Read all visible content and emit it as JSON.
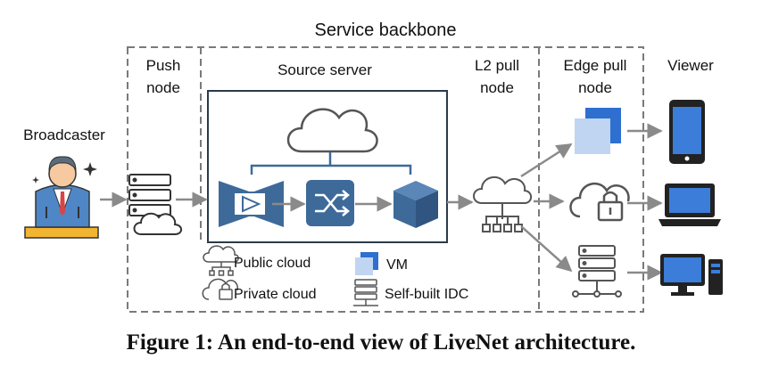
{
  "diagram": {
    "backbone_title": "Service backbone",
    "labels": {
      "push_node": [
        "Push",
        "node"
      ],
      "source_server": "Source server",
      "l2_pull_node": [
        "L2 pull",
        "node"
      ],
      "edge_pull_node": [
        "Edge pull",
        "node"
      ],
      "viewer": "Viewer",
      "broadcaster": "Broadcaster"
    },
    "legend": {
      "public_cloud": "Public cloud",
      "private_cloud": "Private cloud",
      "vm": "VM",
      "self_built_idc": "Self-built IDC"
    },
    "caption": "Figure 1: An end-to-end view of LiveNet architecture."
  },
  "colors": {
    "accent_blue": "#3E6A9A",
    "vm_blue": "#2E6FD0",
    "vm_light": "#BFD5F2",
    "gray_icon": "#555555",
    "arrow_gray": "#8A8A8A",
    "dashed_border": "#7A7A7A"
  }
}
